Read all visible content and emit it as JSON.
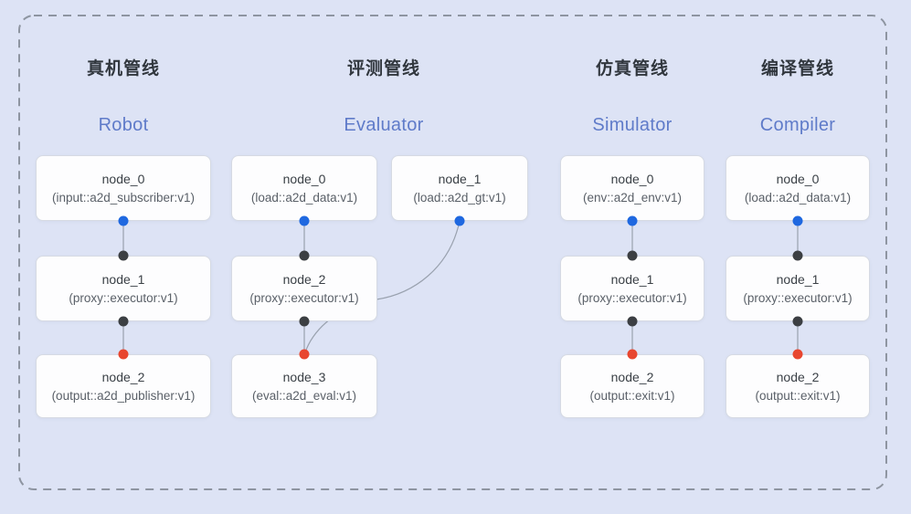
{
  "colors": {
    "background": "#dde3f5",
    "frame_border": "#8e95a1",
    "box_background": "#fdfdfe",
    "box_border": "#d6dae3",
    "title_zh": "#31373e",
    "title_en": "#5f7bc9",
    "connector": "#99a1ae",
    "dot_blue": "#1f68e0",
    "dot_black": "#3c3f43",
    "dot_red": "#e8462f"
  },
  "pipelines": [
    {
      "key": "robot",
      "title_zh": "真机管线",
      "title_en": "Robot",
      "nodes": [
        {
          "title": "node_0",
          "subtitle": "(input::a2d_subscriber:v1)"
        },
        {
          "title": "node_1",
          "subtitle": "(proxy::executor:v1)"
        },
        {
          "title": "node_2",
          "subtitle": "(output::a2d_publisher:v1)"
        }
      ]
    },
    {
      "key": "evaluator",
      "title_zh": "评测管线",
      "title_en": "Evaluator",
      "nodes": [
        {
          "title": "node_0",
          "subtitle": "(load::a2d_data:v1)"
        },
        {
          "title": "node_1",
          "subtitle": "(load::a2d_gt:v1)"
        },
        {
          "title": "node_2",
          "subtitle": "(proxy::executor:v1)"
        },
        {
          "title": "node_3",
          "subtitle": "(eval::a2d_eval:v1)"
        }
      ]
    },
    {
      "key": "simulator",
      "title_zh": "仿真管线",
      "title_en": "Simulator",
      "nodes": [
        {
          "title": "node_0",
          "subtitle": "(env::a2d_env:v1)"
        },
        {
          "title": "node_1",
          "subtitle": "(proxy::executor:v1)"
        },
        {
          "title": "node_2",
          "subtitle": "(output::exit:v1)"
        }
      ]
    },
    {
      "key": "compiler",
      "title_zh": "编译管线",
      "title_en": "Compiler",
      "nodes": [
        {
          "title": "node_0",
          "subtitle": "(load::a2d_data:v1)"
        },
        {
          "title": "node_1",
          "subtitle": "(proxy::executor:v1)"
        },
        {
          "title": "node_2",
          "subtitle": "(output::exit:v1)"
        }
      ]
    }
  ]
}
